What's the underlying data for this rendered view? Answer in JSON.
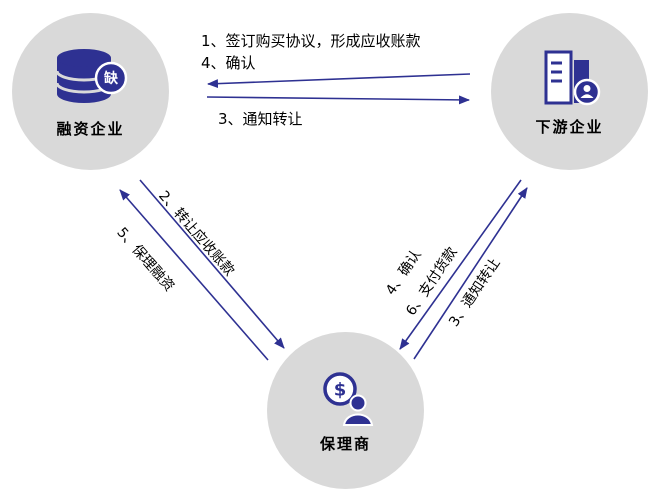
{
  "colors": {
    "accent": "#2e3192",
    "node_bg": "#d9d9d9",
    "text": "#000000"
  },
  "nodes": {
    "financing": {
      "label": "融资企业",
      "icon": "database-icon",
      "badge": "缺"
    },
    "downstream": {
      "label": "下游企业",
      "icon": "building-icon"
    },
    "factor": {
      "label": "保理商",
      "icon": "money-person-icon",
      "symbol": "$"
    }
  },
  "edges": {
    "sign_agreement": "1、签订购买协议，形成应收账款",
    "confirm_top": "4、确认",
    "notify_transfer_top": "3、通知转让",
    "transfer_receivables": "2、转让应收账款",
    "factoring_finance": "5、保理融资",
    "confirm_right": "4、确认",
    "pay_goods": "6、支付货款",
    "notify_transfer_right": "3、通知转让"
  }
}
